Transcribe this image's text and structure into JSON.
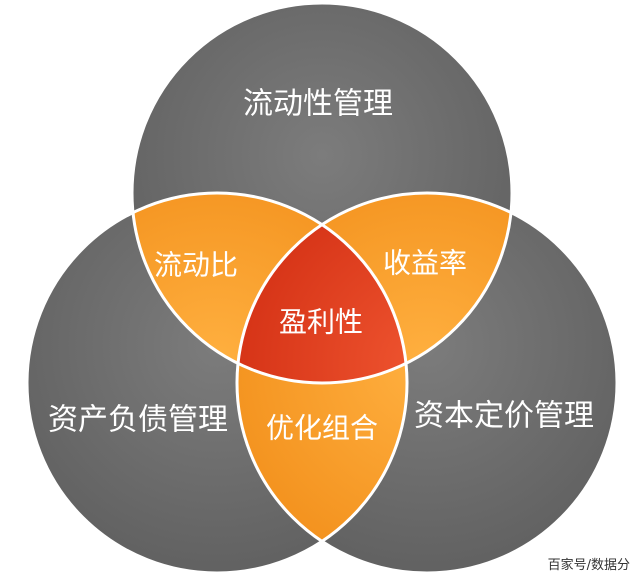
{
  "diagram": {
    "circles": {
      "top": "流动性管理",
      "left": "资产负债管理",
      "right": "资本定价管理"
    },
    "overlaps": {
      "top_left": "流动比",
      "top_right": "收益率",
      "left_right": "优化组合"
    },
    "center": "盈利性"
  },
  "watermark": "百家号/数据分",
  "colors": {
    "circle_gray": "#6e6e6e",
    "overlap_orange": "#f59a22",
    "center_red": "#e03a1a",
    "outline_white": "#ffffff",
    "text": "#ffffff"
  }
}
